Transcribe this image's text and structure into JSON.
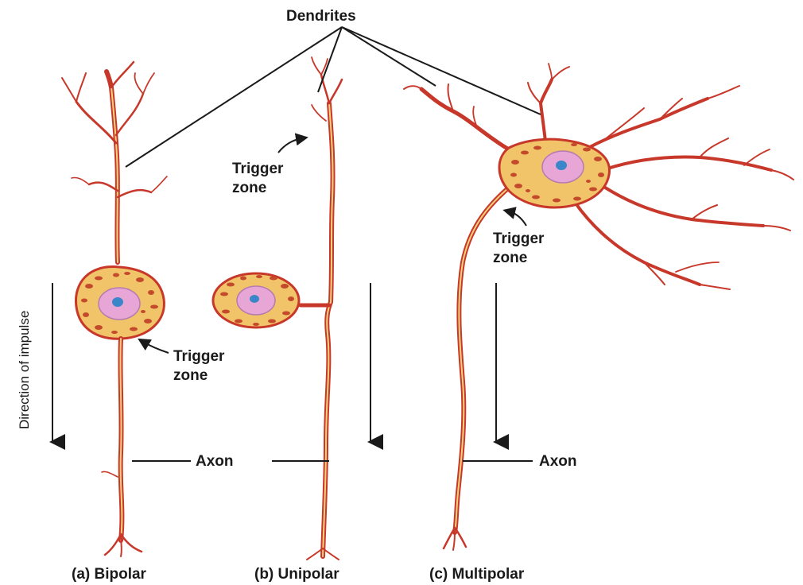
{
  "labels": {
    "dendrites": "Dendrites",
    "axon": "Axon",
    "trigger_line1": "Trigger",
    "trigger_line2": "zone",
    "direction": "Direction of impulse"
  },
  "captions": {
    "bipolar": "(a) Bipolar",
    "unipolar": "(b) Unipolar",
    "multipolar": "(c) Multipolar"
  },
  "colors": {
    "neuron_outline": "#c8382a",
    "neuron_fill": "#f6d27a",
    "cell_body_fill": "#f1c46a",
    "granule": "#c44a2c",
    "nucleus": "#e8a6d6",
    "nucleolus": "#3a86c8",
    "line": "#1a1a1a"
  }
}
